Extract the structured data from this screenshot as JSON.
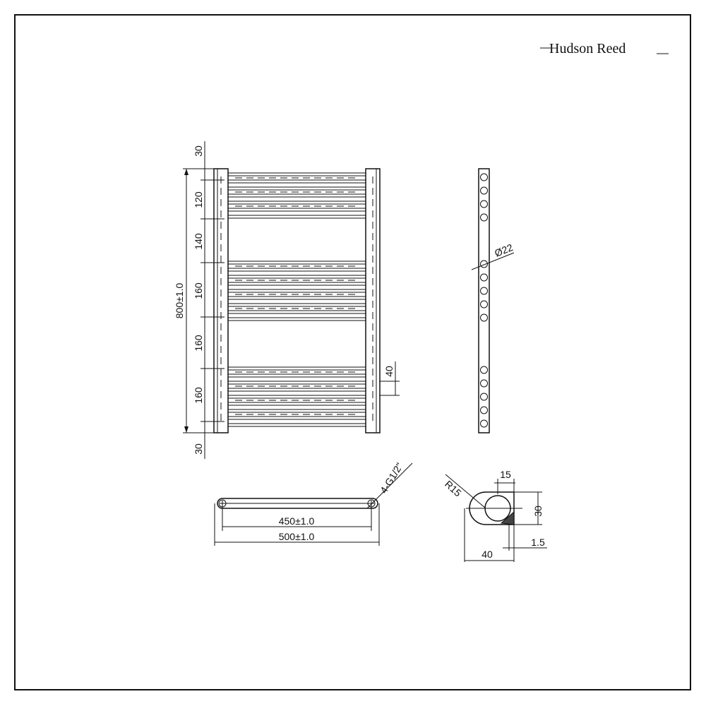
{
  "brand": {
    "name": "Hudson Reed"
  },
  "front_view": {
    "height_label": "800±1.0",
    "top_margin": "30",
    "bottom_margin": "30",
    "spacings": [
      "120",
      "140",
      "160",
      "160",
      "160"
    ],
    "rail_gap": "40"
  },
  "side_view": {
    "tube_diameter": "Ø22"
  },
  "bottom_view": {
    "connection": "4-G1/2\"",
    "centres": "450±1.0",
    "width": "500±1.0"
  },
  "section_view": {
    "radius": "R15",
    "top_width": "15",
    "height": "30",
    "wall": "1.5",
    "depth": "40"
  }
}
